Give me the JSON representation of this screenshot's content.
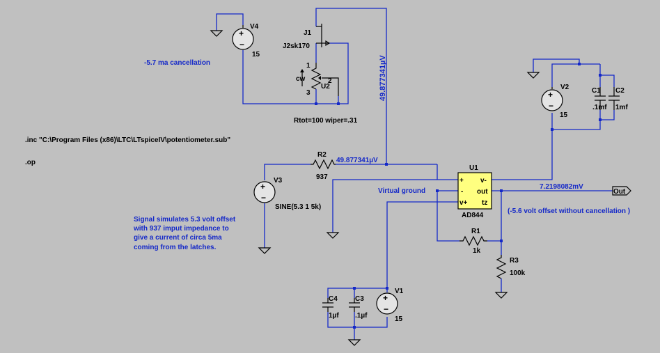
{
  "components": {
    "v4": {
      "name": "V4",
      "value": "15"
    },
    "v2": {
      "name": "V2",
      "value": "15"
    },
    "v3": {
      "name": "V3",
      "value": "SINE(5.3 1 5k)"
    },
    "v1": {
      "name": "V1",
      "value": "15"
    },
    "j1": {
      "name": "J1",
      "value": "J2sk170"
    },
    "u2": {
      "name": "U2",
      "pin1": "1",
      "pin2": "2",
      "pin3": "3",
      "cw": "cw",
      "params": "Rtot=100 wiper=.31"
    },
    "r2": {
      "name": "R2",
      "value": "937"
    },
    "r1": {
      "name": "R1",
      "value": "1k"
    },
    "r3": {
      "name": "R3",
      "value": "100k"
    },
    "c1": {
      "name": "C1",
      "value": ".1mf"
    },
    "c2": {
      "name": "C2",
      "value": "1mf"
    },
    "c3": {
      "name": "C3",
      "value": ".1µf"
    },
    "c4": {
      "name": "C4",
      "value": "1µf"
    },
    "u1": {
      "name": "U1",
      "value": "AD844",
      "pin_plus": "+",
      "pin_minus": "-",
      "pin_vplus": "v+",
      "pin_vminus": "v-",
      "pin_out": "out",
      "pin_tz": "tz"
    }
  },
  "labels": {
    "voltage_vertical": "49.877341µV",
    "voltage_r2": "49.877341µV",
    "voltage_out": "7.2198082mV",
    "virtual_ground": "Virtual ground",
    "out_flag": "Out",
    "offset_note": "(-5.6 volt offset without cancellation )",
    "cancel_note": "-5.7 ma cancellation"
  },
  "directives": {
    "inc": ".inc \"C:\\Program Files (x86)\\LTC\\LTspiceIV\\potentiometer.sub\"",
    "op": ".op"
  },
  "comment_lines": [
    "Signal simulates 5.3 volt offset",
    "with 937 imput impedance to",
    "give a current of circa 5ma",
    "coming from the latches."
  ],
  "colors": {
    "background": "#c0c0c0",
    "wire": "#1428c8",
    "opamp_fill": "#ffff80",
    "component": "#000000"
  }
}
